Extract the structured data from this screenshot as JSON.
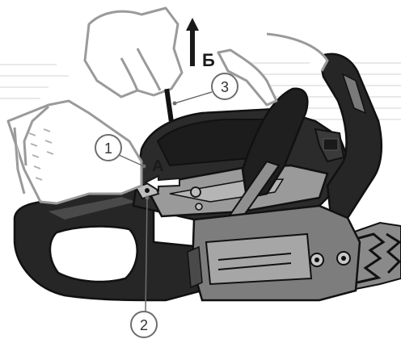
{
  "labels": {
    "arrow_a": "А",
    "arrow_b": "Б"
  },
  "callouts": [
    {
      "number": "1"
    },
    {
      "number": "2"
    },
    {
      "number": "3"
    }
  ],
  "colors": {
    "body_dark": "#262626",
    "body_mid": "#7d7d7d",
    "body_light": "#a6a6a6",
    "outline": "#111111",
    "hand_outline": "#9a9a9a",
    "callout": "#6d6d6d",
    "arrow": "#1a1a1a"
  },
  "icons": {
    "arrow_a": "arrow-left-icon",
    "arrow_b": "arrow-up-icon"
  }
}
